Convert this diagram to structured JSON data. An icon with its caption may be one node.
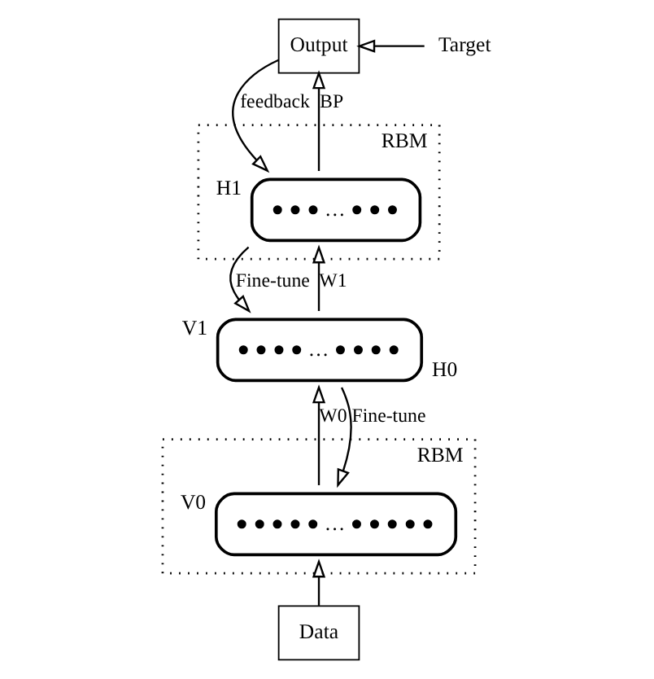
{
  "diagram": {
    "nodes": [
      {
        "text": [
          "Output"
        ]
      },
      {
        "text": [
          "Target"
        ]
      },
      {
        "text": [
          "RBM"
        ]
      },
      {
        "text": [
          "● ● ● … ● ● ●"
        ],
        "beside": [
          "H1"
        ],
        "in": 2
      },
      {
        "text": [
          "RBM"
        ]
      },
      {
        "text": [
          "● ● ● ● … ● ● ● ●"
        ],
        "beside": [
          "V1",
          "H0"
        ]
      },
      {
        "text": [
          "● ● ● ● ● … ● ● ● ● ●"
        ],
        "beside": [
          "V0"
        ],
        "in": 4
      },
      {
        "text": [
          "Data"
        ]
      }
    ],
    "edges": [
      {
        "from": 1,
        "to": 0,
        "arrow": "to"
      },
      {
        "from": 3,
        "to": 0,
        "label": "BP",
        "arrow": "to"
      },
      {
        "from": 0,
        "to": 3,
        "label": "feedback",
        "arrow": "to"
      },
      {
        "from": 5,
        "to": 3,
        "label": "W1",
        "arrow": "to"
      },
      {
        "from": 3,
        "to": 5,
        "label": "Fine-tune",
        "arrow": "to"
      },
      {
        "from": 6,
        "to": 5,
        "label": "W0",
        "arrow": "to"
      },
      {
        "from": 5,
        "to": 6,
        "label": "Fine-tune",
        "arrow": "to"
      },
      {
        "from": 7,
        "to": 6,
        "arrow": "to"
      }
    ]
  }
}
